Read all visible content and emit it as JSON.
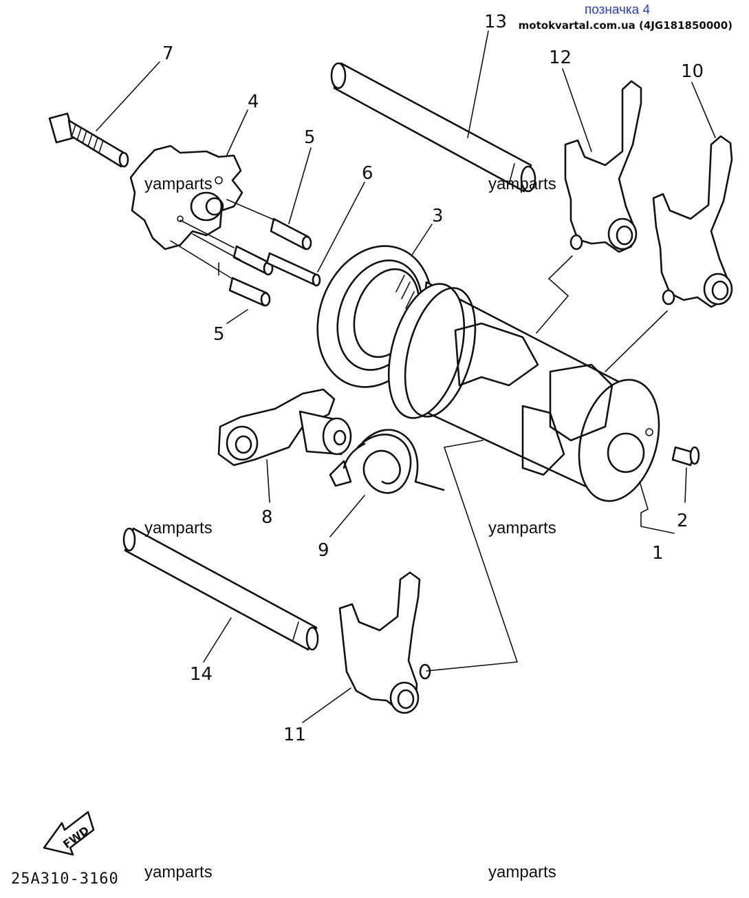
{
  "header": {
    "link_label": "позначка 4",
    "source": "motokvartal.com.ua (4JG181850000)"
  },
  "diagram_code": "25A310-3160",
  "fwd_label": "FWD",
  "watermarks": [
    "yamparts",
    "yamparts",
    "yamparts",
    "yamparts",
    "yamparts",
    "yamparts"
  ],
  "callouts": {
    "c1": "1",
    "c2": "2",
    "c3": "3",
    "c4": "4",
    "c5a": "5",
    "c5b": "5",
    "c6": "6",
    "c7": "7",
    "c8": "8",
    "c9": "9",
    "c10": "10",
    "c11": "11",
    "c12": "12",
    "c13": "13",
    "c14": "14"
  }
}
